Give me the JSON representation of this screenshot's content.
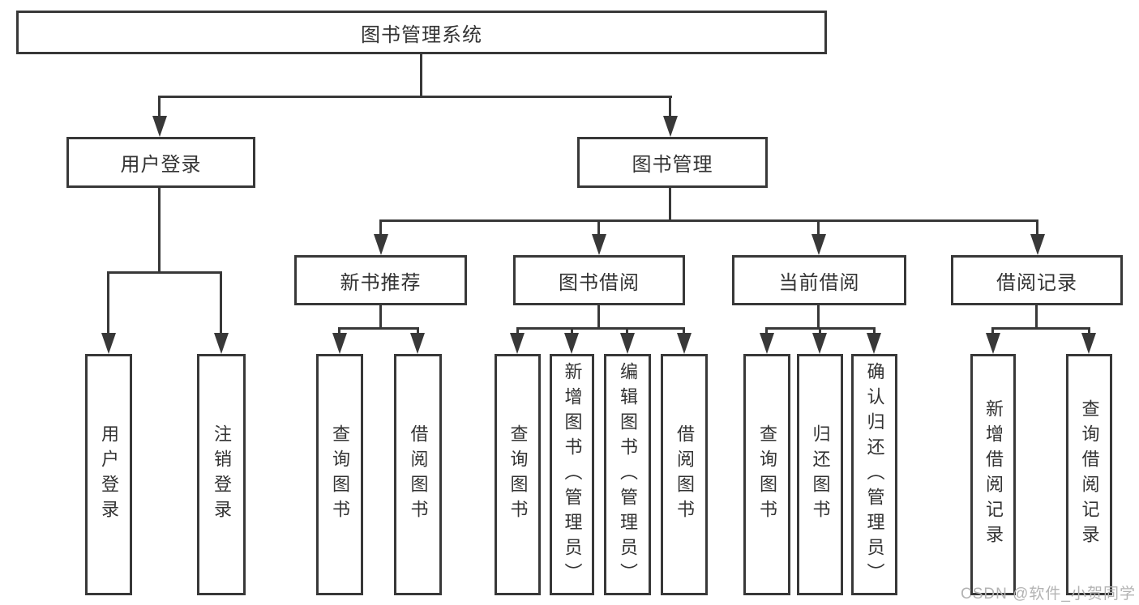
{
  "diagram": {
    "title": "图书管理系统",
    "children": [
      {
        "label": "用户登录",
        "children": [
          {
            "label": "用户登录"
          },
          {
            "label": "注销登录"
          }
        ]
      },
      {
        "label": "图书管理",
        "children": [
          {
            "label": "新书推荐",
            "children": [
              {
                "label": "查询图书"
              },
              {
                "label": "借阅图书"
              }
            ]
          },
          {
            "label": "图书借阅",
            "children": [
              {
                "label": "查询图书"
              },
              {
                "label": "新增图书（管理员）"
              },
              {
                "label": "编辑图书（管理员）"
              },
              {
                "label": "借阅图书"
              }
            ]
          },
          {
            "label": "当前借阅",
            "children": [
              {
                "label": "查询图书"
              },
              {
                "label": "归还图书"
              },
              {
                "label": "确认归还（管理员）"
              }
            ]
          },
          {
            "label": "借阅记录",
            "children": [
              {
                "label": "新增借阅记录"
              },
              {
                "label": "查询借阅记录"
              }
            ]
          }
        ]
      }
    ]
  },
  "watermark": {
    "text": "CSDN @软件_小贺同学"
  },
  "colors": {
    "line": "#383838",
    "box_border": "#383838",
    "text": "#333333",
    "watermark": "#b3b3b3",
    "background": "#ffffff"
  }
}
